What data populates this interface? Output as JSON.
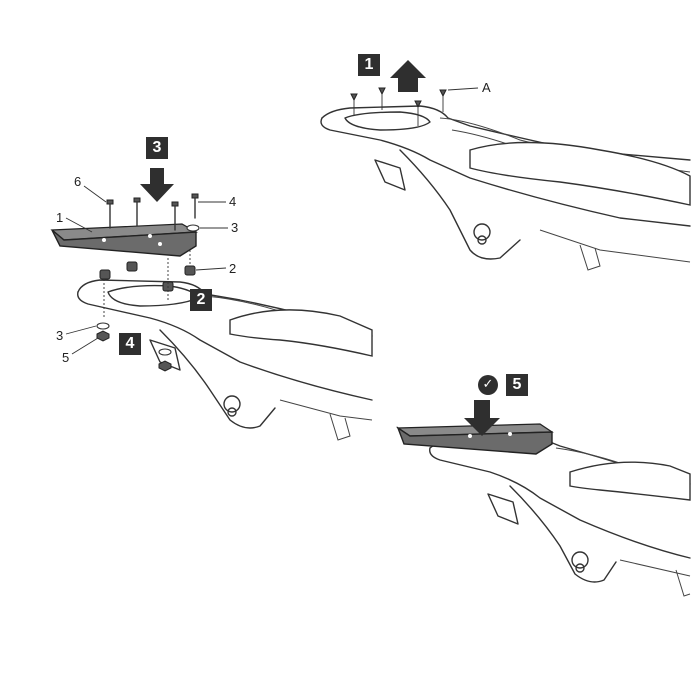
{
  "steps": [
    "1",
    "2",
    "3",
    "4",
    "5"
  ],
  "labels": {
    "A": "A",
    "p1": "1",
    "p2": "2",
    "p3a": "3",
    "p3b": "3",
    "p4": "4",
    "p5": "5",
    "p6": "6"
  },
  "check_icon": "check-circle-icon",
  "colors": {
    "badge": "#2f2f2f",
    "plate": "#6b6b6b",
    "line": "#333333"
  }
}
